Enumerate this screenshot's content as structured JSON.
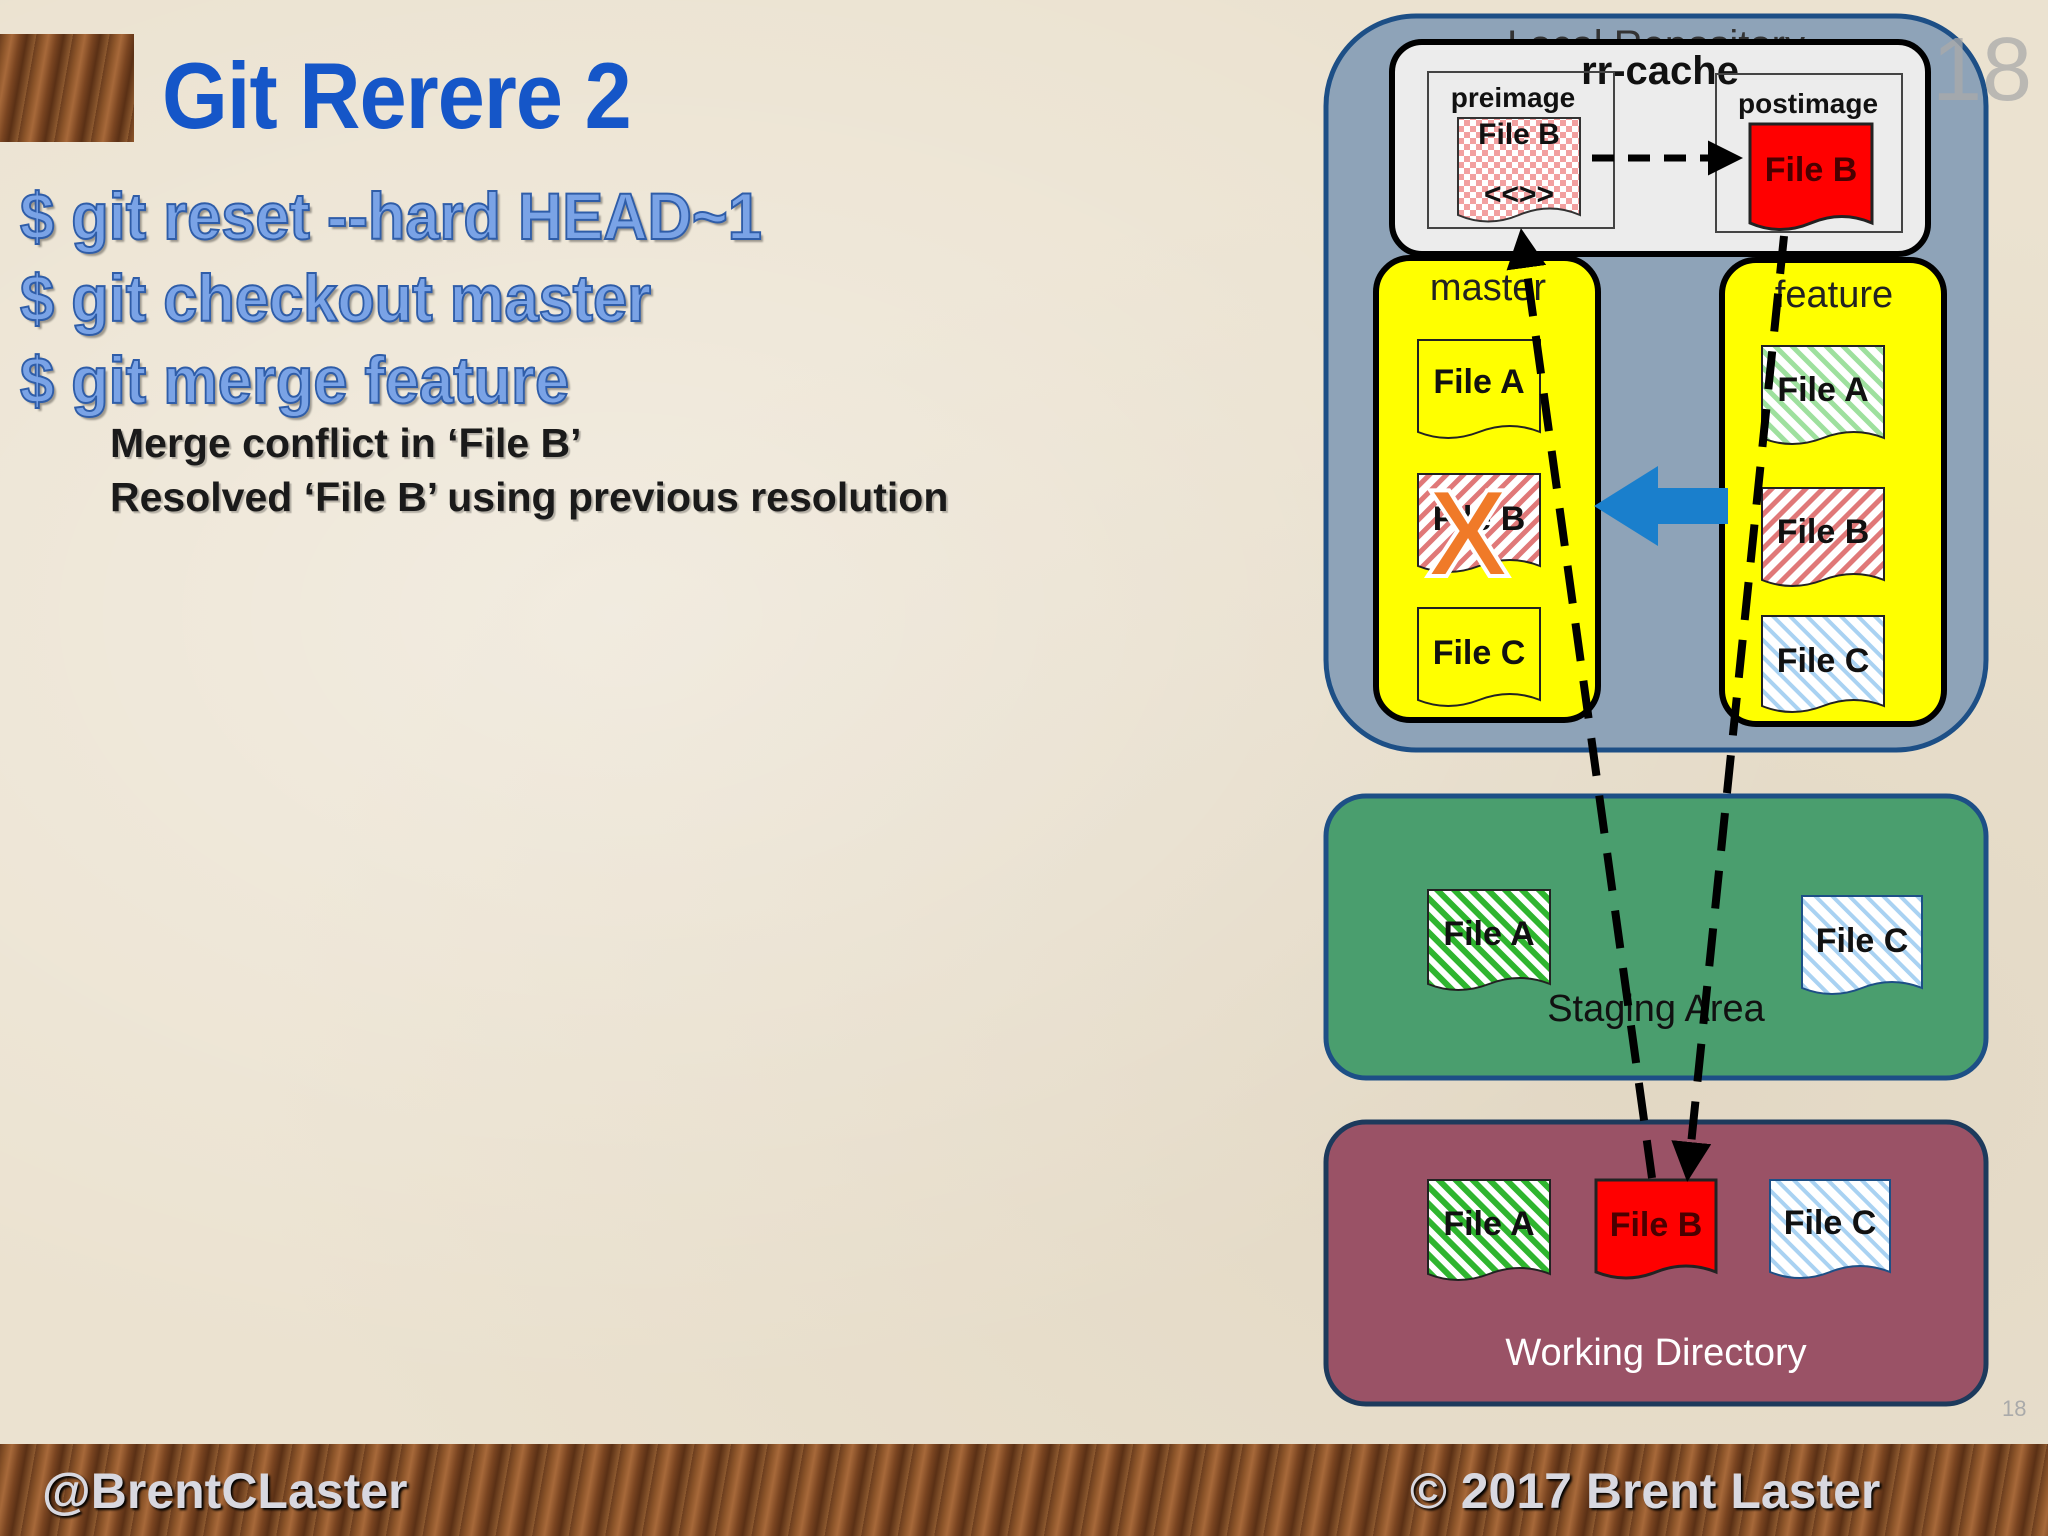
{
  "slide": {
    "title": "Git Rerere 2",
    "commands": [
      "$ git reset --hard HEAD~1",
      "$ git checkout master",
      "$ git merge feature"
    ],
    "messages": [
      "Merge conflict in ‘File B’",
      "Resolved ‘File B’  using previous resolution"
    ],
    "page_number": "18",
    "page_number_small": "18",
    "footer_left": "@BrentCLaster",
    "footer_right": "© 2017 Brent Laster"
  },
  "diagram": {
    "repo_label_partial": "Local Repository",
    "rr_cache_label": "rr-cache",
    "preimage_label": "preimage",
    "postimage_label": "postimage",
    "preimage_file": "File B",
    "preimage_marker": "<<>>",
    "postimage_file": "File B",
    "master_label": "master",
    "feature_label": "feature",
    "master_files": [
      "File A",
      "File B",
      "File C"
    ],
    "feature_files": [
      "File A",
      "File B",
      "File C"
    ],
    "conflict_mark": "X",
    "staging_label": "Staging Area",
    "staging_files": [
      "File A",
      "File C"
    ],
    "working_label": "Working Directory",
    "working_files": [
      "File A",
      "File B",
      "File C"
    ],
    "colors": {
      "repo": "#8ea3b8",
      "staging": "#4a9e6e",
      "working": "#9a5266",
      "branch": "#ffff00",
      "resolved_file": "#ff0000",
      "merge_arrow": "#1a7fcc",
      "conflict_x": "#f07a28"
    }
  }
}
